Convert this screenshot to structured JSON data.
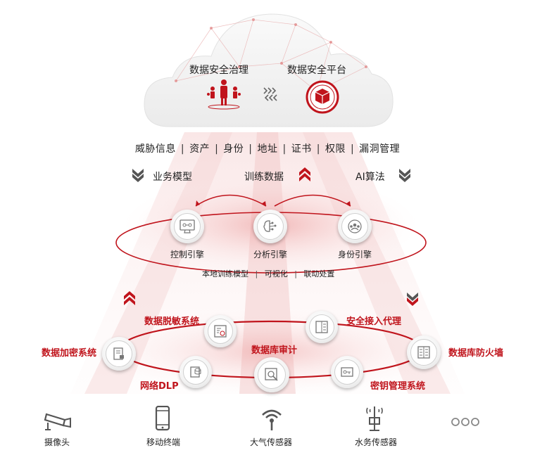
{
  "cloud": {
    "left_title": "数据安全治理",
    "right_title": "数据安全平台"
  },
  "info_bar": [
    "威胁信息",
    "资产",
    "身份",
    "地址",
    "证书",
    "权限",
    "漏洞管理"
  ],
  "middle": {
    "business_model": "业务模型",
    "training_data": "训练数据",
    "ai_algorithm": "AI算法"
  },
  "engines": {
    "control": "控制引擎",
    "analysis": "分析引擎",
    "identity": "身份引擎"
  },
  "engine_features": [
    "本地训练模型",
    "可视化",
    "联动处置"
  ],
  "systems": {
    "desensitize": "数据脱敏系统",
    "access_proxy": "安全接入代理",
    "encryption": "数据加密系统",
    "db_audit": "数据库审计",
    "db_firewall": "数据库防火墙",
    "dlp": "网络DLP",
    "key_mgmt": "密钥管理系统"
  },
  "devices": {
    "camera": "摄像头",
    "mobile": "移动终端",
    "air_sensor": "大气传感器",
    "water_sensor": "水务传感器"
  },
  "colors": {
    "accent": "#c0141c",
    "dark_chevron": "#555555"
  }
}
